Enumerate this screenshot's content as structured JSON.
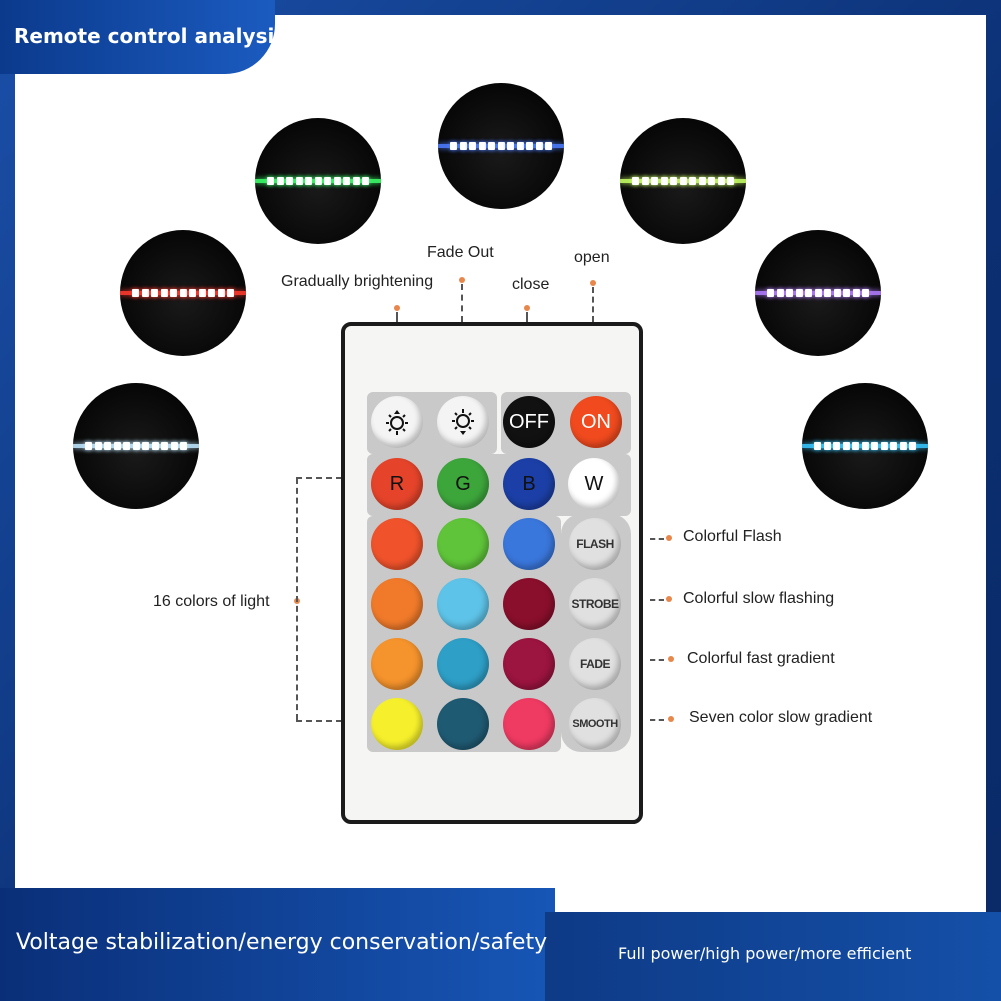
{
  "header": {
    "title": "Remote control analysis"
  },
  "footer": {
    "left_text": "Voltage stabilization/energy conservation/safety",
    "right_text": "Full power/high power/more efficient"
  },
  "bulbs": [
    {
      "name": "white-cyan",
      "color": "#bfe7ff"
    },
    {
      "name": "red",
      "color": "#ff3b2f"
    },
    {
      "name": "green",
      "color": "#3cff6a"
    },
    {
      "name": "blue",
      "color": "#4d7dff"
    },
    {
      "name": "yellow-green",
      "color": "#c8ff66"
    },
    {
      "name": "purple",
      "color": "#b47dff"
    },
    {
      "name": "cyan",
      "color": "#39c8ff"
    }
  ],
  "labels": {
    "gradually_brightening": "Gradually brightening",
    "fade_out": "Fade Out",
    "close": "close",
    "open": "open",
    "sixteen_colors": "16 colors of light",
    "colorful_flash": "Colorful Flash",
    "colorful_slow_flashing": "Colorful slow flashing",
    "colorful_fast_gradient": "Colorful fast gradient",
    "seven_color_slow_gradient": "Seven color slow gradient"
  },
  "remote": {
    "keys": {
      "off": "OFF",
      "on": "ON",
      "r": "R",
      "g": "G",
      "b": "B",
      "w": "W",
      "flash": "FLASH",
      "strobe": "STROBE",
      "fade": "FADE",
      "smooth": "SMOOTH"
    },
    "colors": {
      "off": "#111111",
      "on": "#f04a1e",
      "r": "#e5442a",
      "g": "#3da63b",
      "b": "#1b3fa6",
      "w": "#ffffff",
      "c1": "#f0532b",
      "c2": "#5fc43a",
      "c3": "#3a77dc",
      "c4": "#f07a2a",
      "c5": "#5ec3e8",
      "c6": "#8a0f2c",
      "c7": "#f5932c",
      "c8": "#2e9fc7",
      "c9": "#9c1440",
      "c10": "#f6f02c",
      "c11": "#1f5a73",
      "c12": "#ef3a62"
    }
  }
}
